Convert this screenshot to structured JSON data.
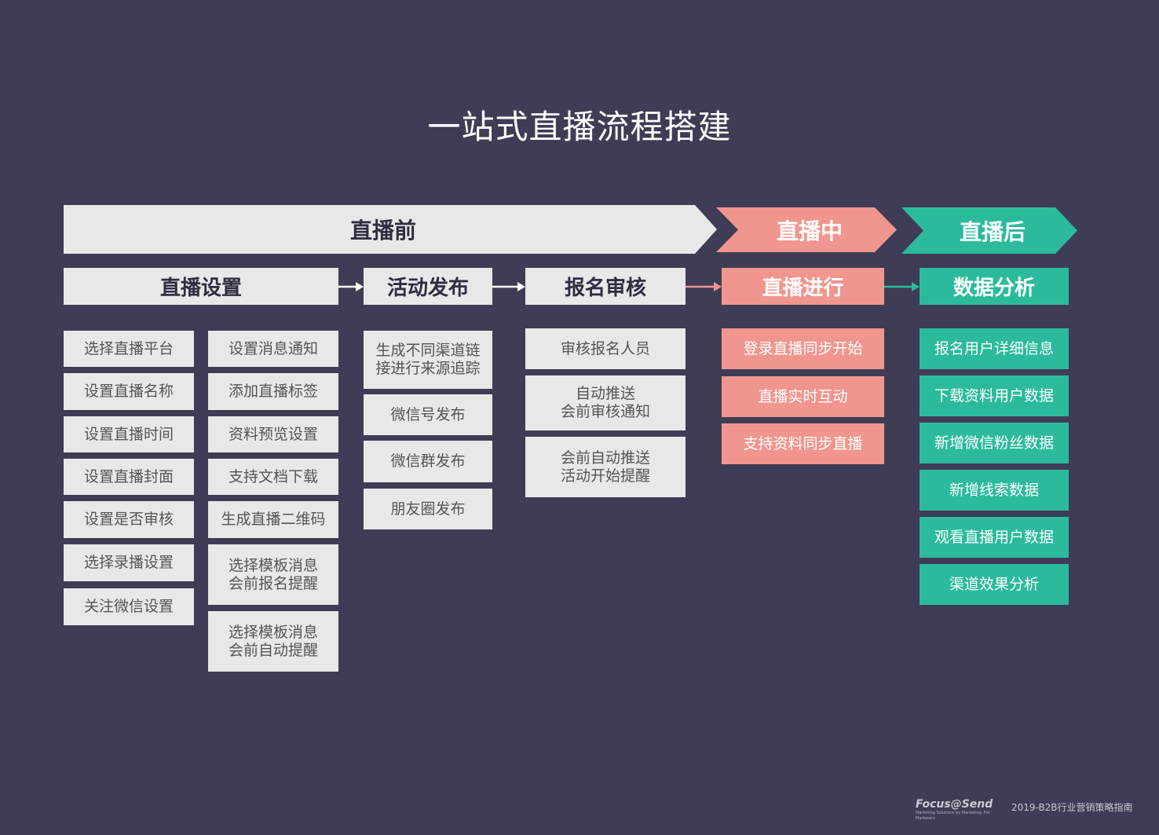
{
  "title": "一站式直播流程搭建",
  "phases": {
    "pre": "直播前",
    "mid": "直播中",
    "post": "直播后"
  },
  "steps": {
    "setup": "直播设置",
    "publish": "活动发布",
    "review": "报名审核",
    "live": "直播进行",
    "analysis": "数据分析"
  },
  "setup_col1": [
    "选择直播平台",
    "设置直播名称",
    "设置直播时间",
    "设置直播封面",
    "设置是否审核",
    "选择录播设置",
    "关注微信设置"
  ],
  "setup_col2": [
    "设置消息通知",
    "添加直播标签",
    "资料预览设置",
    "支持文档下载",
    "生成直播二维码",
    "选择模板消息\n会前报名提醒",
    "选择模板消息\n会前自动提醒"
  ],
  "publish_items": [
    "生成不同渠道链\n接进行来源追踪",
    "微信号发布",
    "微信群发布",
    "朋友圈发布"
  ],
  "review_items": [
    "审核报名人员",
    "自动推送\n会前审核通知",
    "会前自动推送\n活动开始提醒"
  ],
  "live_items": [
    "登录直播同步开始",
    "直播实时互动",
    "支持资料同步直播"
  ],
  "analysis_items": [
    "报名用户详细信息",
    "下载资料用户数据",
    "新增微信粉丝数据",
    "新增线索数据",
    "观看直播用户数据",
    "渠道效果分析"
  ],
  "footer": {
    "logo": "Focus@Send",
    "logo_tagline": "Marketing Solutions by Marketing, For Marketers",
    "text": "2019-B2B行业营销策略指南"
  },
  "colors": {
    "background": "#3f3c55",
    "gray": "#e8e8e8",
    "pink": "#f1968e",
    "teal": "#2bbb9c"
  }
}
